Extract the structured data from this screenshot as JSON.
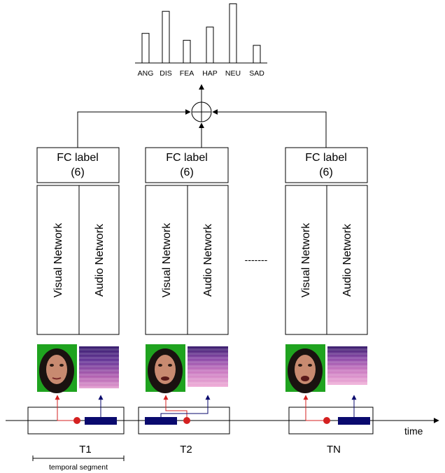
{
  "chart": {
    "categories": [
      "ANG",
      "DIS",
      "FEA",
      "HAP",
      "NEU",
      "SAD"
    ],
    "values": [
      0.47,
      0.82,
      0.36,
      0.57,
      0.94,
      0.28
    ]
  },
  "fusion_symbol": "⊕",
  "ellipsis": "-------",
  "columns": [
    {
      "id": "t1",
      "fc_line1": "FC label",
      "fc_line2": "(6)",
      "visual_label": "Visual Network",
      "audio_label": "Audio Network",
      "segment_label": "T1"
    },
    {
      "id": "t2",
      "fc_line1": "FC label",
      "fc_line2": "(6)",
      "visual_label": "Visual Network",
      "audio_label": "Audio Network",
      "segment_label": "T2"
    },
    {
      "id": "tn",
      "fc_line1": "FC label",
      "fc_line2": "(6)",
      "visual_label": "Visual Network",
      "audio_label": "Audio Network",
      "segment_label": "TN"
    }
  ],
  "time_label": "time",
  "temporal_segment_label": "temporal segment",
  "colors": {
    "red": "#d42020",
    "navy": "#0a0a6e",
    "face_bg": "#1fa31f",
    "spectro_dark": "#4a2a78",
    "spectro_light": "#d48ec8"
  }
}
